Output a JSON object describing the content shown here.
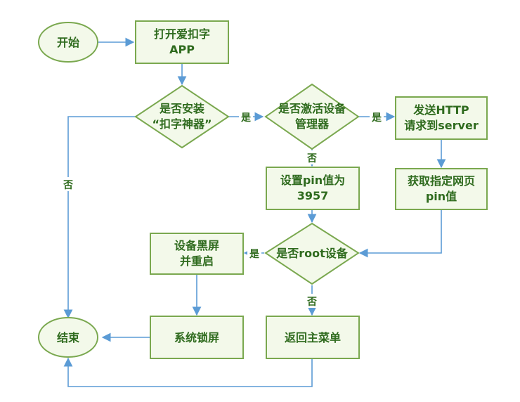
{
  "colors": {
    "node_fill": "#f3f9ea",
    "node_stroke": "#7aa84f",
    "text": "#2f6b1e",
    "edge": "#5b9bd5"
  },
  "nodes": {
    "start": {
      "lines": [
        "开始"
      ]
    },
    "open_app": {
      "lines": [
        "打开爱扣字",
        "APP"
      ]
    },
    "installed": {
      "lines": [
        "是否安装",
        "“扣字神器”"
      ]
    },
    "device_admin": {
      "lines": [
        "是否激活设备",
        "管理器"
      ]
    },
    "send_http": {
      "lines": [
        "发送HTTP",
        "请求到server"
      ]
    },
    "set_pin": {
      "lines": [
        "设置pin值为",
        "3957"
      ]
    },
    "get_pin": {
      "lines": [
        "获取指定网页",
        "pin值"
      ]
    },
    "rooted": {
      "lines": [
        "是否root设备"
      ]
    },
    "black_screen": {
      "lines": [
        "设备黑屏",
        "并重启"
      ]
    },
    "end": {
      "lines": [
        "结束"
      ]
    },
    "lock_screen": {
      "lines": [
        "系统锁屏"
      ]
    },
    "main_menu": {
      "lines": [
        "返回主菜单"
      ]
    }
  },
  "edge_labels": {
    "installed_yes": "是",
    "installed_no": "否",
    "admin_yes": "是",
    "admin_no": "否",
    "rooted_yes": "是",
    "rooted_no": "否"
  }
}
